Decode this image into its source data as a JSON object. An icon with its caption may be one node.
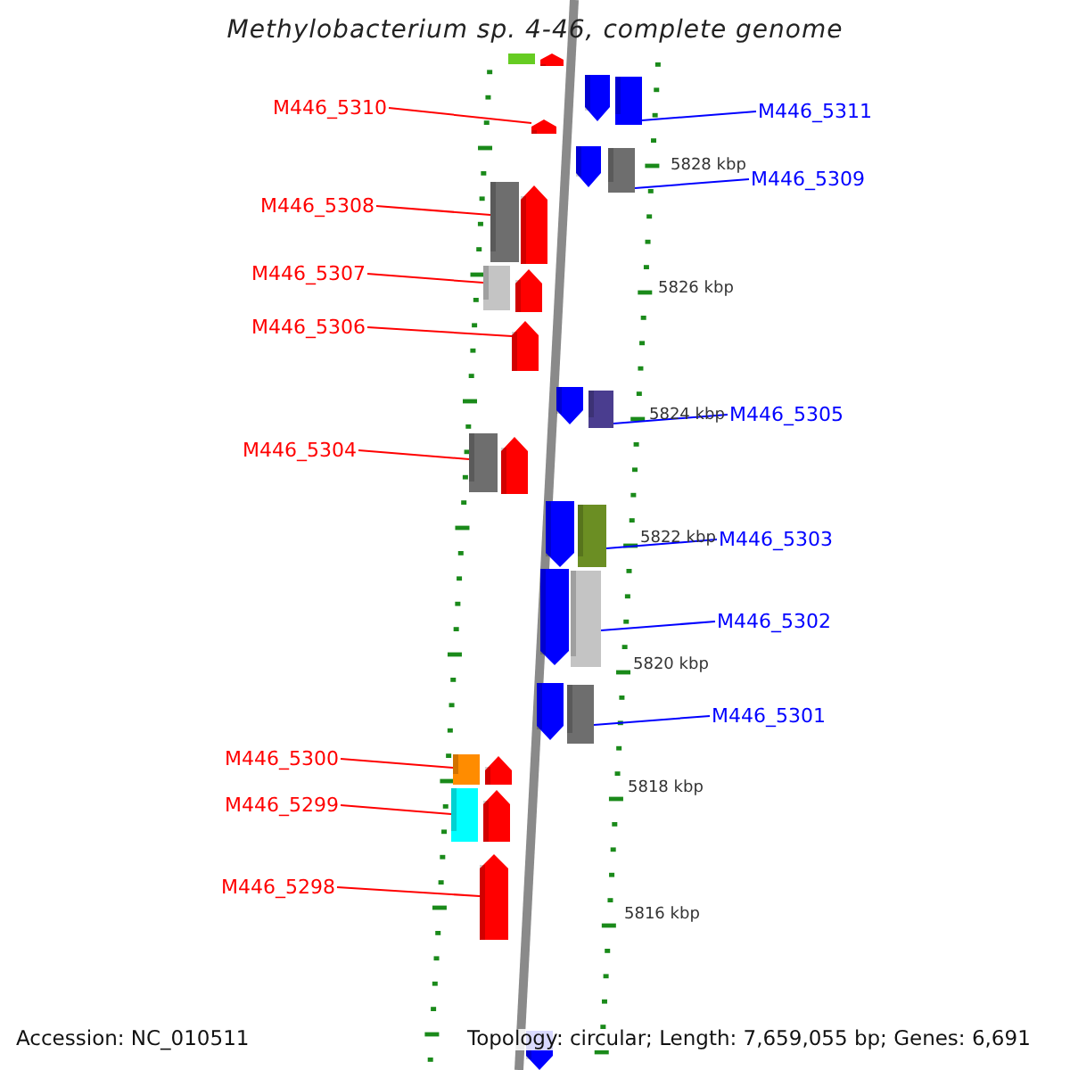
{
  "diagram": {
    "title": "Methylobacterium sp. 4-46, complete genome",
    "nodes": [
      {
        "text": [
          "M446_5310"
        ]
      },
      {
        "text": [
          "M446_5311"
        ]
      },
      {
        "text": [
          "M446_5309"
        ]
      },
      {
        "text": [
          "M446_5308"
        ]
      },
      {
        "text": [
          "M446_5307"
        ]
      },
      {
        "text": [
          "M446_5306"
        ]
      },
      {
        "text": [
          "M446_5305"
        ]
      },
      {
        "text": [
          "M446_5304"
        ]
      },
      {
        "text": [
          "M446_5303"
        ]
      },
      {
        "text": [
          "M446_5302"
        ]
      },
      {
        "text": [
          "M446_5301"
        ]
      },
      {
        "text": [
          "M446_5300"
        ]
      },
      {
        "text": [
          "M446_5299"
        ]
      },
      {
        "text": [
          "M446_5298"
        ]
      },
      {
        "text": [],
        "shape": "arrow"
      },
      {
        "text": [],
        "shape": "arrow"
      },
      {
        "text": [],
        "shape": "arrow"
      },
      {
        "text": [],
        "shape": "arrow"
      },
      {
        "text": [],
        "shape": "arrow"
      },
      {
        "text": [],
        "shape": "arrow"
      },
      {
        "text": [],
        "shape": "arrow"
      },
      {
        "text": [],
        "shape": "arrow"
      },
      {
        "text": [],
        "shape": "arrow"
      },
      {
        "text": [],
        "shape": "arrow"
      },
      {
        "text": [],
        "shape": "arrow"
      },
      {
        "text": [],
        "shape": "arrow"
      },
      {
        "text": [],
        "shape": "arrow"
      },
      {
        "text": [],
        "shape": "arrow"
      },
      {
        "text": [],
        "shape": "arrow"
      },
      {
        "text": [],
        "shape": "arrow"
      }
    ],
    "edges": [
      {
        "from": 0,
        "to": 14,
        "arrow": "none",
        "color": "#ff0000"
      },
      {
        "from": 1,
        "to": 15,
        "arrow": "none",
        "color": "#0000ff"
      },
      {
        "from": 2,
        "to": 16,
        "arrow": "none",
        "color": "#0000ff"
      },
      {
        "from": 3,
        "to": 17,
        "arrow": "none",
        "color": "#ff0000"
      },
      {
        "from": 4,
        "to": 18,
        "arrow": "none",
        "color": "#ff0000"
      },
      {
        "from": 5,
        "to": 19,
        "arrow": "none",
        "color": "#ff0000"
      },
      {
        "from": 6,
        "to": 20,
        "arrow": "none",
        "color": "#0000ff"
      },
      {
        "from": 7,
        "to": 21,
        "arrow": "none",
        "color": "#ff0000"
      },
      {
        "from": 8,
        "to": 22,
        "arrow": "none",
        "color": "#0000ff"
      },
      {
        "from": 9,
        "to": 23,
        "arrow": "none",
        "color": "#0000ff"
      },
      {
        "from": 10,
        "to": 24,
        "arrow": "none",
        "color": "#0000ff"
      },
      {
        "from": 11,
        "to": 25,
        "arrow": "none",
        "color": "#ff0000"
      },
      {
        "from": 12,
        "to": 26,
        "arrow": "none",
        "color": "#ff0000"
      },
      {
        "from": 13,
        "to": 27,
        "arrow": "none",
        "color": "#ff0000"
      }
    ],
    "labels": [
      "5828 kbp",
      "5826 kbp",
      "5824 kbp",
      "5822 kbp",
      "5820 kbp",
      "5818 kbp",
      "5816 kbp",
      "Accession: NC_010511",
      "Topology: circular; Length: 7,659,055 bp; Genes: 6,691"
    ]
  }
}
